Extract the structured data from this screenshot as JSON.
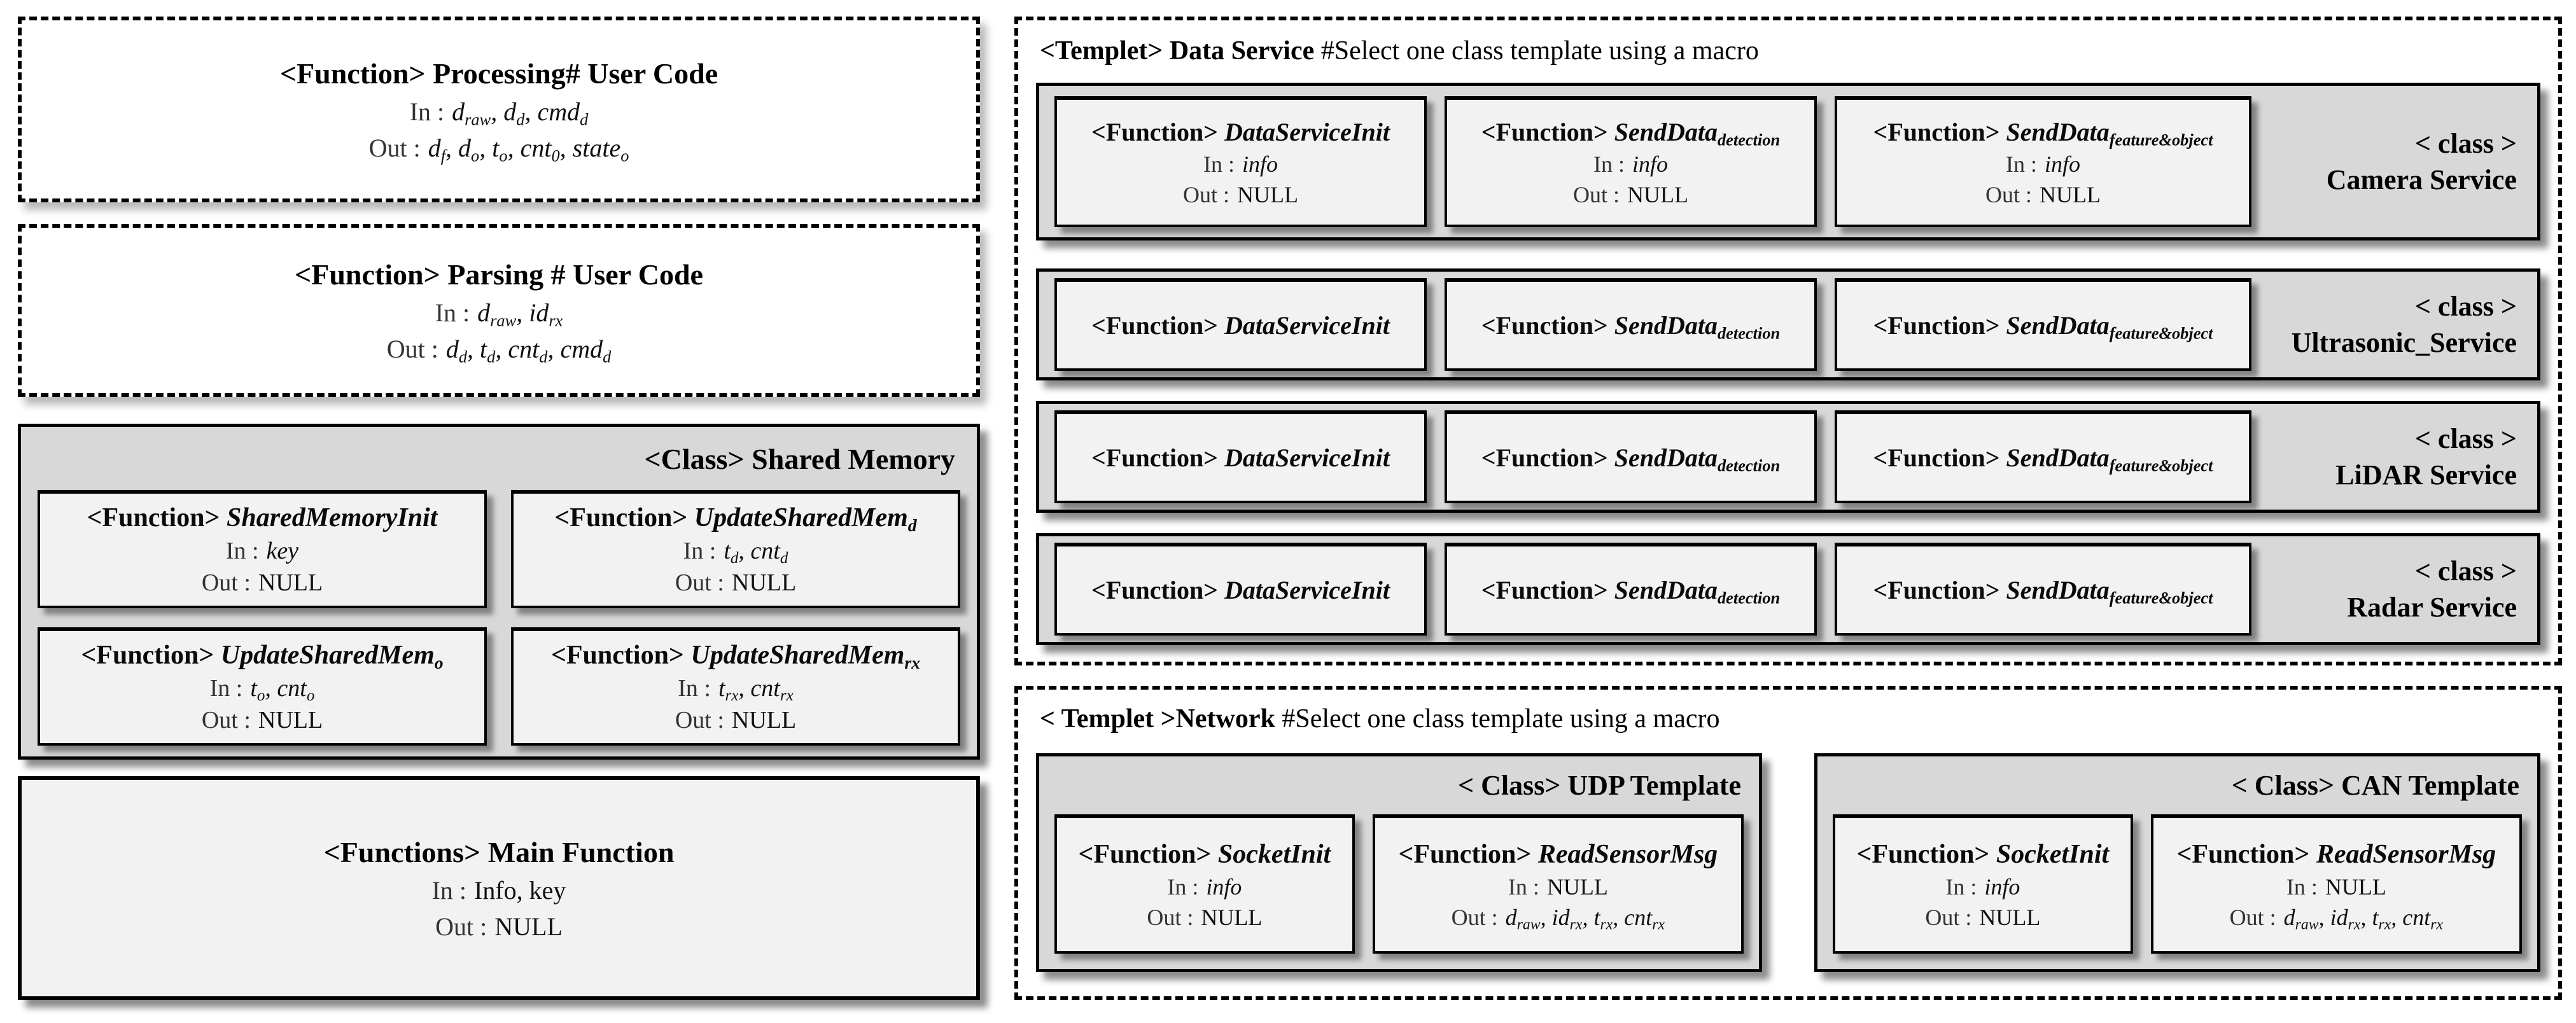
{
  "labels": {
    "in": "In :",
    "out": "Out :"
  },
  "left": {
    "processing": {
      "tag": "<Function>",
      "title": "Processing# User Code",
      "in": "d_{raw}, d_{d}, cmd_{d}",
      "out": "d_{f}, d_{o}, t_{o}, cnt_{0}, state_{o}"
    },
    "parsing": {
      "tag": "<Function>",
      "title": "Parsing # User Code",
      "in": "d_{raw}, id_{rx}",
      "out": "d_{d}, t_{d}, cnt_{d}, cmd_{d}"
    },
    "shared_memory": {
      "tag": "<Class>",
      "title": "Shared Memory",
      "functions": [
        {
          "tag": "<Function>",
          "name": "SharedMemoryInit",
          "in": "key",
          "out": "~NULL~"
        },
        {
          "tag": "<Function>",
          "name": "UpdateSharedMem_{d}",
          "in": "t_{d}, cnt_{d}",
          "out": "~NULL~"
        },
        {
          "tag": "<Function>",
          "name": "UpdateSharedMem_{o}",
          "in": "t_{o}, cnt_{o}",
          "out": "~NULL~"
        },
        {
          "tag": "<Function>",
          "name": "UpdateSharedMem_{rx}",
          "in": "t_{rx}, cnt_{rx}",
          "out": "~NULL~"
        }
      ]
    },
    "main": {
      "tag": "<Functions>",
      "title": "Main Function",
      "in": "~Info, key~",
      "out": "~NULL~"
    }
  },
  "data_service": {
    "tag": "<Templet>",
    "title": "Data Service",
    "note": "#Select one class template using a macro",
    "class_tag": "< class >",
    "rows": [
      {
        "class_name": "Camera Service",
        "functions": [
          {
            "tag": "<Function>",
            "name": "DataServiceInit",
            "in": "info",
            "out": "~NULL~"
          },
          {
            "tag": "<Function>",
            "name": "SendData_{detection}",
            "in": "info",
            "out": "~NULL~"
          },
          {
            "tag": "<Function>",
            "name": "SendData_{feature&object}",
            "in": "info",
            "out": "~NULL~"
          }
        ]
      },
      {
        "class_name": "Ultrasonic_Service",
        "functions": [
          {
            "tag": "<Function>",
            "name": "DataServiceInit"
          },
          {
            "tag": "<Function>",
            "name": "SendData_{detection}"
          },
          {
            "tag": "<Function>",
            "name": "SendData_{feature&object}"
          }
        ]
      },
      {
        "class_name": "LiDAR Service",
        "functions": [
          {
            "tag": "<Function>",
            "name": "DataServiceInit"
          },
          {
            "tag": "<Function>",
            "name": "SendData_{detection}"
          },
          {
            "tag": "<Function>",
            "name": "SendData_{feature&object}"
          }
        ]
      },
      {
        "class_name": "Radar Service",
        "functions": [
          {
            "tag": "<Function>",
            "name": "DataServiceInit"
          },
          {
            "tag": "<Function>",
            "name": "SendData_{detection}"
          },
          {
            "tag": "<Function>",
            "name": "SendData_{feature&object}"
          }
        ]
      }
    ]
  },
  "network": {
    "tag": "< Templet >",
    "title": "Network",
    "note": "#Select one class template using a macro",
    "classes": [
      {
        "tag": "< Class>",
        "title": "UDP Template",
        "functions": [
          {
            "tag": "<Function>",
            "name": "SocketInit",
            "in": "info",
            "out": "~NULL~"
          },
          {
            "tag": "<Function>",
            "name": "ReadSensorMsg",
            "in": "~NULL~",
            "out": "d_{raw}, id_{rx}, t_{rx}, cnt_{rx}"
          }
        ]
      },
      {
        "tag": "< Class>",
        "title": "CAN Template",
        "functions": [
          {
            "tag": "<Function>",
            "name": "SocketInit",
            "in": "info",
            "out": "~NULL~"
          },
          {
            "tag": "<Function>",
            "name": "ReadSensorMsg",
            "in": "~NULL~",
            "out": "d_{raw}, id_{rx}, t_{rx}, cnt_{rx}"
          }
        ]
      }
    ]
  }
}
